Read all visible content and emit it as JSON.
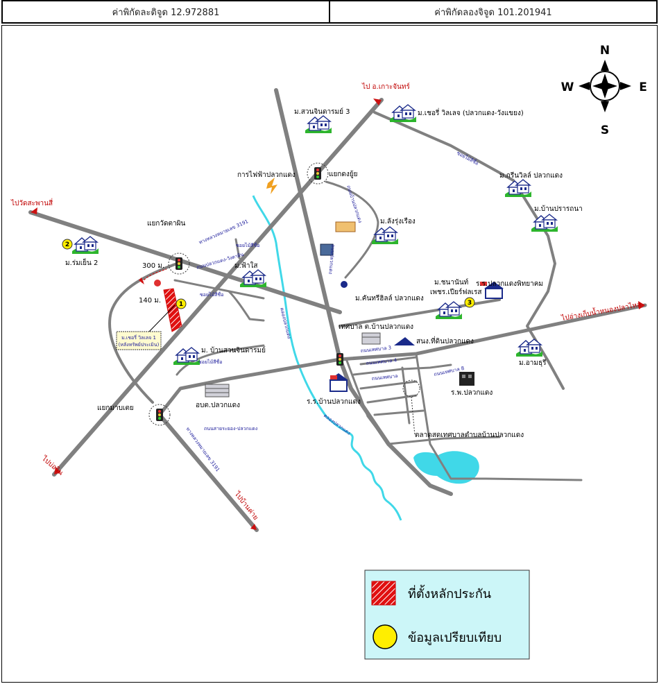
{
  "header": {
    "latitude_label": "ค่าพิกัดละติจูด 12.972881",
    "longitude_label": "ค่าพิกัดลองจิจูด 101.201941"
  },
  "compass": {
    "n": "N",
    "s": "S",
    "e": "E",
    "w": "W"
  },
  "directions": {
    "to_ko_chan": "ไป อ.เกาะจันทร์",
    "to_wat_sothon": "ไปวัดสะพานสี่",
    "to_reservoir": "ไปอ่างเก็บน้ำหนองปลาไหล",
    "to_ban_bueng": "ไปบ่อวิน",
    "to_ban_khai": "ไปบ้านค่าย"
  },
  "places": {
    "suan_chin_3": "ม.สวนจินดารมย์ 3",
    "chersee": "ม.เชอรี่ วิลเลจ (ปลวกแดง-วังแขยง)",
    "electric": "การไฟฟ้าปลวกแดง",
    "junction_dong_ui": "แยกดงยู้ย",
    "green_ville": "ม.กรีนวิลล์ ปลวกแดง",
    "ban_prathana": "ม.บ้านปรารถนา",
    "jing_ruang": "ม.ลังรุ่งเรือง",
    "junction_wat": "แยกวัดตาผิน",
    "rom_yen": "ม.ร่มเย็น 2",
    "fa_sai": "ม.ฟ้าใส",
    "kanthari": "ม.คันทรีฮิลล์ ปลวกแดง",
    "mannant": "ม.ชนานันท์",
    "phetchara": "เพชร.เปียร์ฟลเรส",
    "school_pluak": "ร.ร.ปลวกแดงพิทยาคม",
    "municipality": "เทศบาล ต.บ้านปลวกแดง",
    "land_office": "สนง.ที่ดินปลวกแดง",
    "suan_chin": "ม. บ้านสวนจินดารมย์",
    "amarin": "ม.อามธุรี",
    "district_office": "อบต.ปลวกแดง",
    "school_ban": "ร.ร.บ้านปลวกแดง",
    "hospital": "ร.พ.ปลวกแดง",
    "junction_map": "แยกมาบเตย",
    "market": "ตลาดสดเทศบาลตำบลบ้านปลวกแดง"
  },
  "distances": {
    "d300": "300 ม.",
    "d140": "140 ม."
  },
  "subject_label": "ที่ตั้งหลักประกัน",
  "subject_box": [
    "ม.เชอรี่ วิลเลจ 1",
    "(หลังทรัพย์ประเมิน)"
  ],
  "road_labels": {
    "r1": "ทางหลวงหมายเลข 3191",
    "r2": "ถนนปลวกแดง-วังตาผิน",
    "r3": "ซอยไม้สีชื่อ",
    "r4": "ซอยไม้สีชื่อ",
    "r5": "ถนนปลวกแดง",
    "r6": "ถนนบ้านปลวกแดง",
    "r7": "ทางหลวงหมายเลข 3191",
    "r8": "ถนนสายระยอง-ปลวกแดง",
    "r9": "คลองปลวกแดง",
    "r10": "คลองปลวกแดง",
    "r11": "ถนนเทศบาล 8",
    "r12": "ถนนเทศบาล 3",
    "r13": "ถนนเทศบาล 4",
    "r14": "ถนนเทศบาล",
    "r15": "ซอยไม้สีชื่อ",
    "r16": "ซอยไม้สีชื่อ"
  },
  "markers": {
    "m1": "1",
    "m2": "2",
    "m3": "3"
  },
  "legend": {
    "collateral": "ที่ตั้งหลักประกัน",
    "comparison": "ข้อมูลเปรียบเทียบ"
  },
  "colors": {
    "road": "#808080",
    "canal": "#40d8e8",
    "lake": "#40d8e8",
    "arrow": "#cc1111",
    "legend_bg": "#ccf6f8",
    "marker": "#ffee00"
  }
}
